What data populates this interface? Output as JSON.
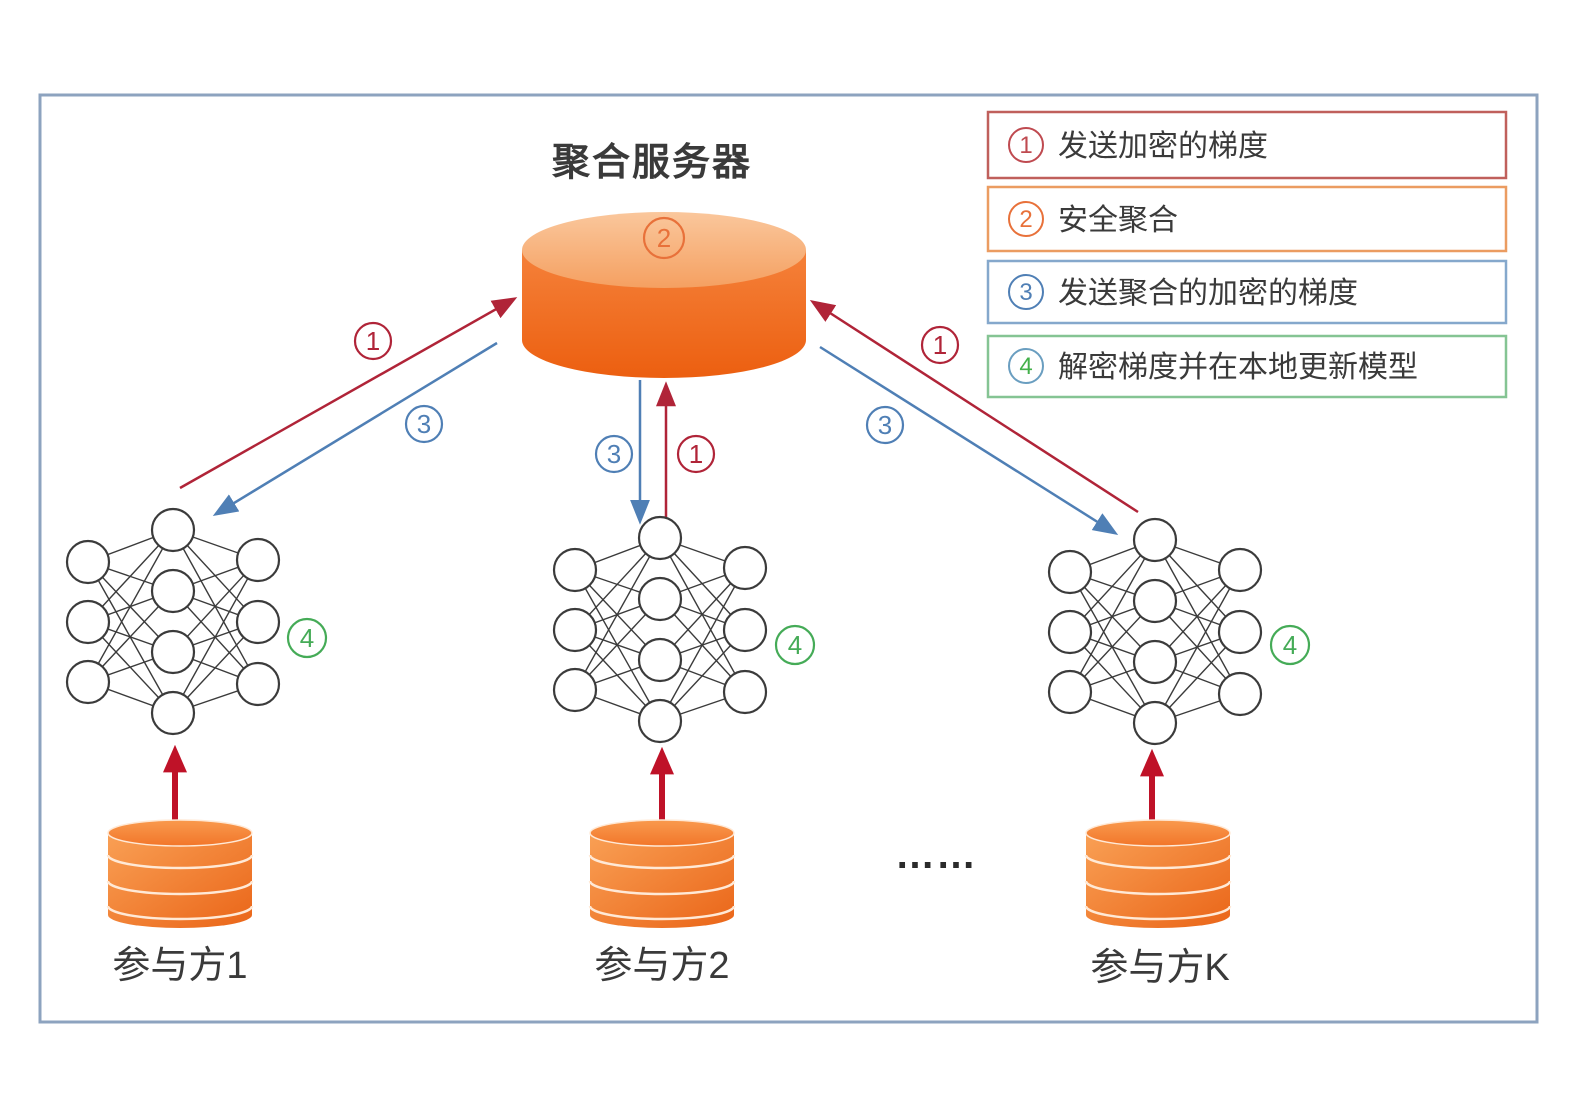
{
  "figure": {
    "server_title": "聚合服务器",
    "ellipsis": "……"
  },
  "colors": {
    "frame": "#8da3bf",
    "red": "#b02438",
    "blue": "#4f7fb5",
    "green": "#45ab57",
    "orange": "#e8713a",
    "thick_red": "#bf1228",
    "nn_stroke": "#3b3b3b",
    "text_dark": "#3a3a3a"
  },
  "steps": {
    "step1": "1",
    "step2": "2",
    "step3": "3",
    "step4": "4"
  },
  "legend": {
    "items": [
      {
        "num": "1",
        "text": "发送加密的梯度",
        "border": "#c0605c",
        "circle": "#bf4a50",
        "num_color": "#bf4a50"
      },
      {
        "num": "2",
        "text": "安全聚合",
        "border": "#eb9c61",
        "circle": "#e8713a",
        "num_color": "#e8713a"
      },
      {
        "num": "3",
        "text": "发送聚合的加密的梯度",
        "border": "#85a8cc",
        "circle": "#4f7fb5",
        "num_color": "#4f7fb5"
      },
      {
        "num": "4",
        "text": "解密梯度并在本地更新模型",
        "border": "#85c493",
        "circle": "#6a9ec0",
        "num_color": "#43b04a"
      }
    ]
  },
  "participants": [
    {
      "label": "参与方1"
    },
    {
      "label": "参与方2"
    },
    {
      "label": "参与方K"
    }
  ]
}
